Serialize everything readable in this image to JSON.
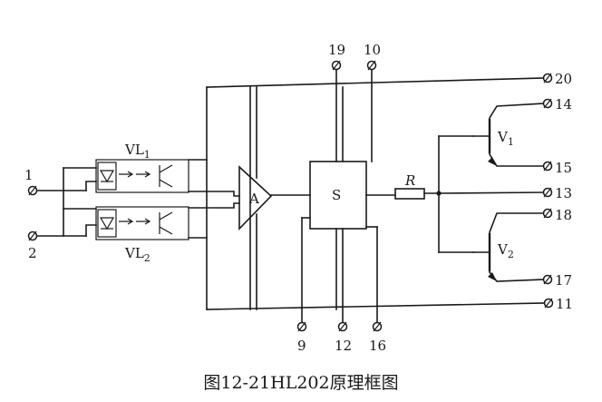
{
  "diagram": {
    "blocks": {
      "amplifier": "A",
      "switch": "S",
      "resistor": "R"
    },
    "components": {
      "vl1": {
        "main": "VL",
        "sub": "1"
      },
      "vl2": {
        "main": "VL",
        "sub": "2"
      },
      "v1": {
        "main": "V",
        "sub": "1"
      },
      "v2": {
        "main": "V",
        "sub": "2"
      }
    },
    "pins": {
      "p1": "1",
      "p2": "2",
      "p9": "9",
      "p10": "10",
      "p11": "11",
      "p12": "12",
      "p13": "13",
      "p14": "14",
      "p15": "15",
      "p16": "16",
      "p17": "17",
      "p18": "18",
      "p19": "19",
      "p20": "20"
    }
  },
  "caption": "图12-21HL202原理框图"
}
